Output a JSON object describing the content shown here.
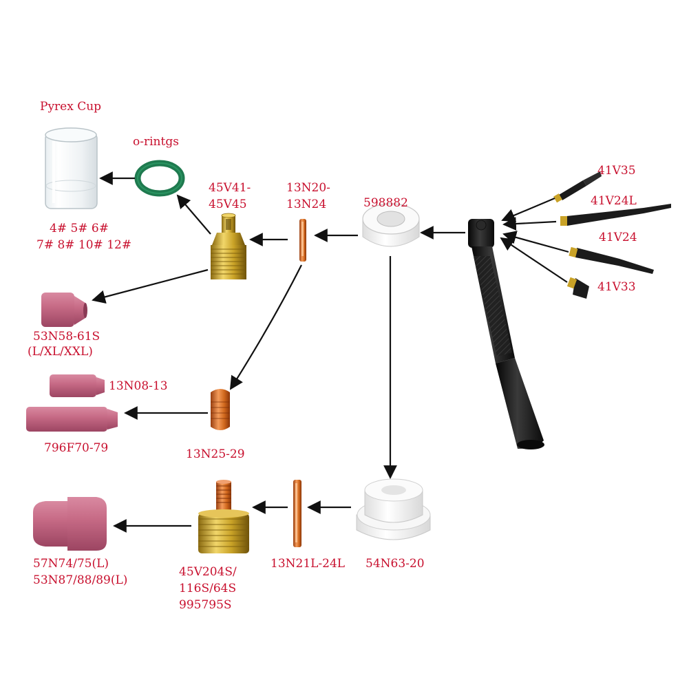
{
  "colors": {
    "label": "#c8102e",
    "arrow": "#111111",
    "brass": "#c9a227",
    "copper": "#d2691e",
    "ceramic": "#c76b86",
    "white_part": "#f4f4f4",
    "oring": "#1f7a4f",
    "torch": "#1b1b1b"
  },
  "labels": {
    "pyrex_cup": "Pyrex Cup",
    "o_rings": "o-rintgs",
    "cup_sizes_1": "4# 5# 6#",
    "cup_sizes_2": "7# 8# 10# 12#",
    "collet_body_1": "45V41-",
    "collet_body_2": "45V45",
    "collet_1": "13N20-",
    "collet_2": "13N24",
    "insulator": "598882",
    "nozzle_1": "53N58-61S",
    "nozzle_2": "(L/XL/XXL)",
    "nozzle_short": "13N08-13",
    "nozzle_long": "796F70-79",
    "wedge_collet": "13N25-29",
    "gas_lens_cup_1": "57N74/75(L)",
    "gas_lens_cup_2": "53N87/88/89(L)",
    "gas_lens_1": "45V204S/",
    "gas_lens_2": "116S/64S",
    "gas_lens_3": "995795S",
    "long_collet": "13N21L-24L",
    "gasket": "54N63-20",
    "back_cap_1": "41V35",
    "back_cap_2": "41V24L",
    "back_cap_3": "41V24",
    "back_cap_4": "41V33"
  },
  "icons": [
    "arrow-icon"
  ]
}
